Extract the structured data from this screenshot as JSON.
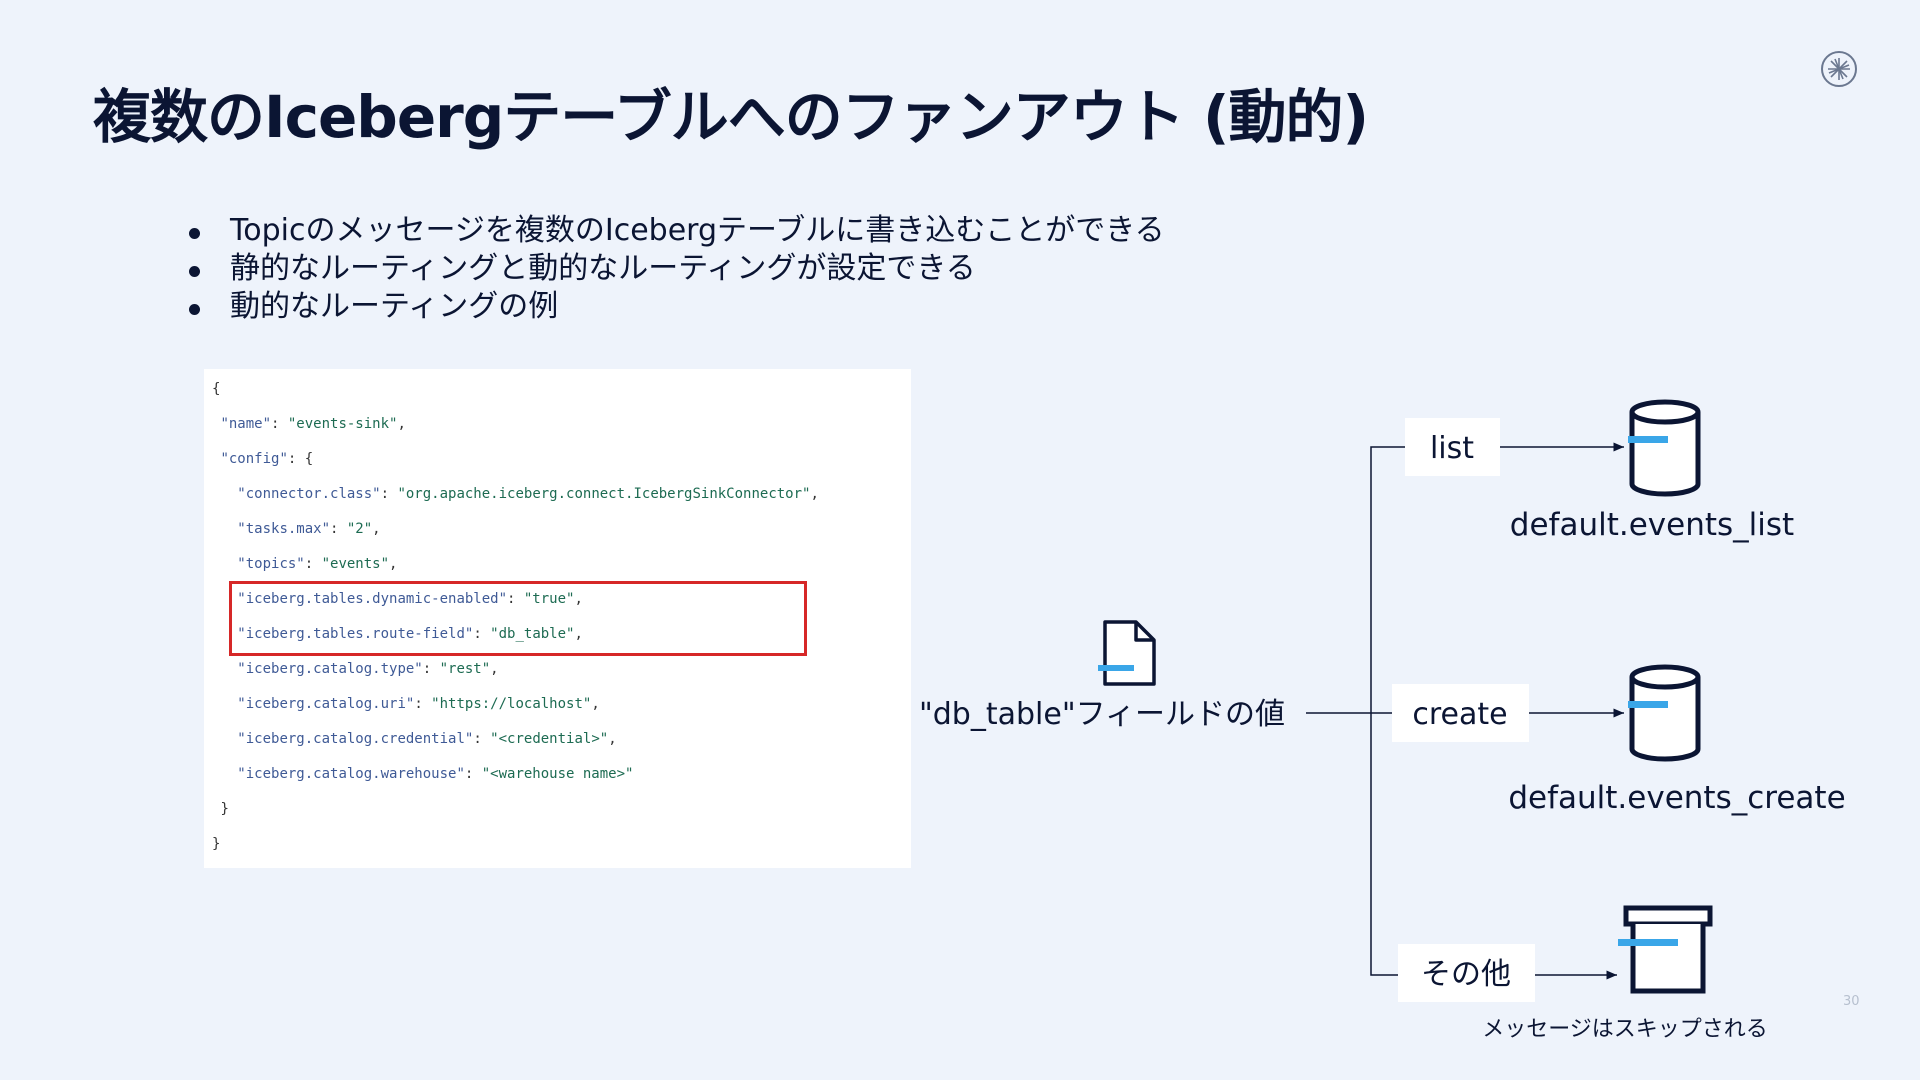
{
  "slide": {
    "title": "複数のIcebergテーブルへのファンアウト (動的)",
    "page_number": "30",
    "bullets": [
      "Topicのメッセージを複数のIcebergテーブルに書き込むことができる",
      "静的なルーティングと動的なルーティングが設定できる",
      "動的なルーティングの例"
    ]
  },
  "config_code": {
    "open_brace": "{",
    "name_key": "\"name\"",
    "name_value": "\"events-sink\"",
    "config_key": "\"config\"",
    "connector_class_key": "\"connector.class\"",
    "connector_class_value": "\"org.apache.iceberg.connect.IcebergSinkConnector\"",
    "tasks_max_key": "\"tasks.max\"",
    "tasks_max_value": "\"2\"",
    "topics_key": "\"topics\"",
    "topics_value": "\"events\"",
    "dynamic_enabled_key": "\"iceberg.tables.dynamic-enabled\"",
    "dynamic_enabled_value": "\"true\"",
    "route_field_key": "\"iceberg.tables.route-field\"",
    "route_field_value": "\"db_table\"",
    "catalog_type_key": "\"iceberg.catalog.type\"",
    "catalog_type_value": "\"rest\"",
    "catalog_uri_key": "\"iceberg.catalog.uri\"",
    "catalog_uri_value": "\"https://localhost\"",
    "catalog_credential_key": "\"iceberg.catalog.credential\"",
    "catalog_credential_value": "\"<credential>\"",
    "catalog_warehouse_key": "\"iceberg.catalog.warehouse\"",
    "catalog_warehouse_value": "\"<warehouse name>\"",
    "inner_close_brace": "}",
    "close_brace": "}"
  },
  "diagram": {
    "source_label": "\"db_table\"フィールドの値",
    "routes": [
      {
        "key": "list",
        "table": "default.events_list"
      },
      {
        "key": "create",
        "table": "default.events_create"
      },
      {
        "key": "その他",
        "table": "メッセージはスキップされる"
      }
    ],
    "colors": {
      "line": "#0b1533",
      "accent": "#3aa6e8",
      "highlight": "#d62828"
    }
  }
}
